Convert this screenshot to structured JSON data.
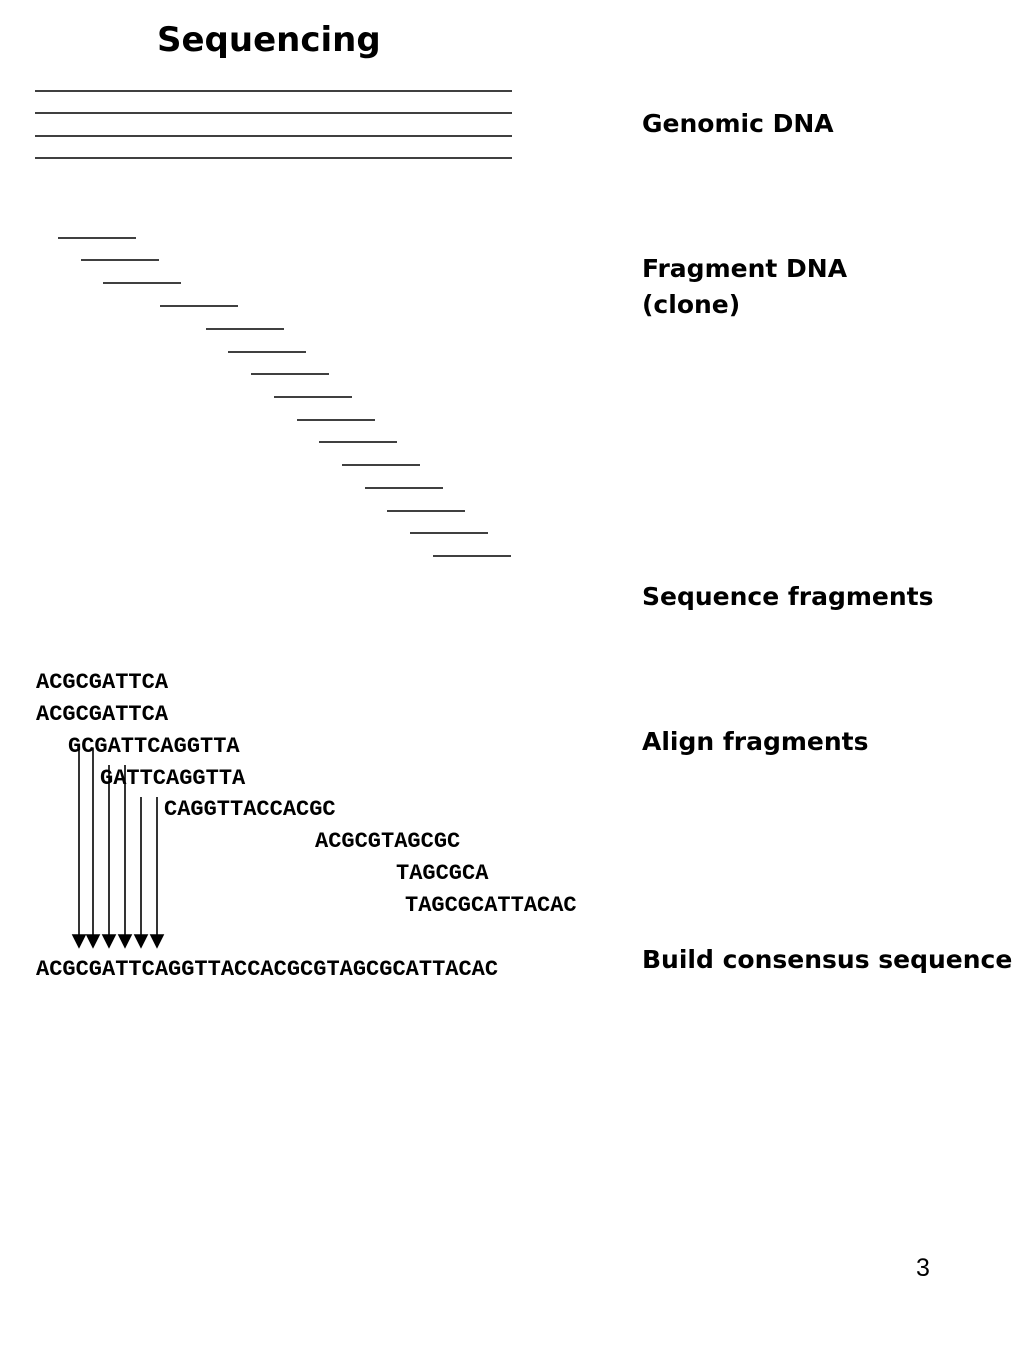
{
  "title": "Sequencing",
  "labels": {
    "genomic": "Genomic DNA",
    "fragment_line1": "Fragment DNA",
    "fragment_line2": "(clone)",
    "sequence_fragments": "Sequence fragments",
    "align": "Align fragments",
    "consensus": "Build consensus sequence"
  },
  "reads": [
    "ACGCGATTCA",
    "ACGCGATTCA",
    "GCGATTCAGGTTA",
    "GATTCAGGTTA",
    "CAGGTTACCACGC",
    "ACGCGTAGCGC",
    "TAGCGCA",
    "TAGCGCATTACAC"
  ],
  "consensus_sequence": "ACGCGATTCAGGTTACCACGCGTAGCGCATTACAC",
  "page_number": "3"
}
